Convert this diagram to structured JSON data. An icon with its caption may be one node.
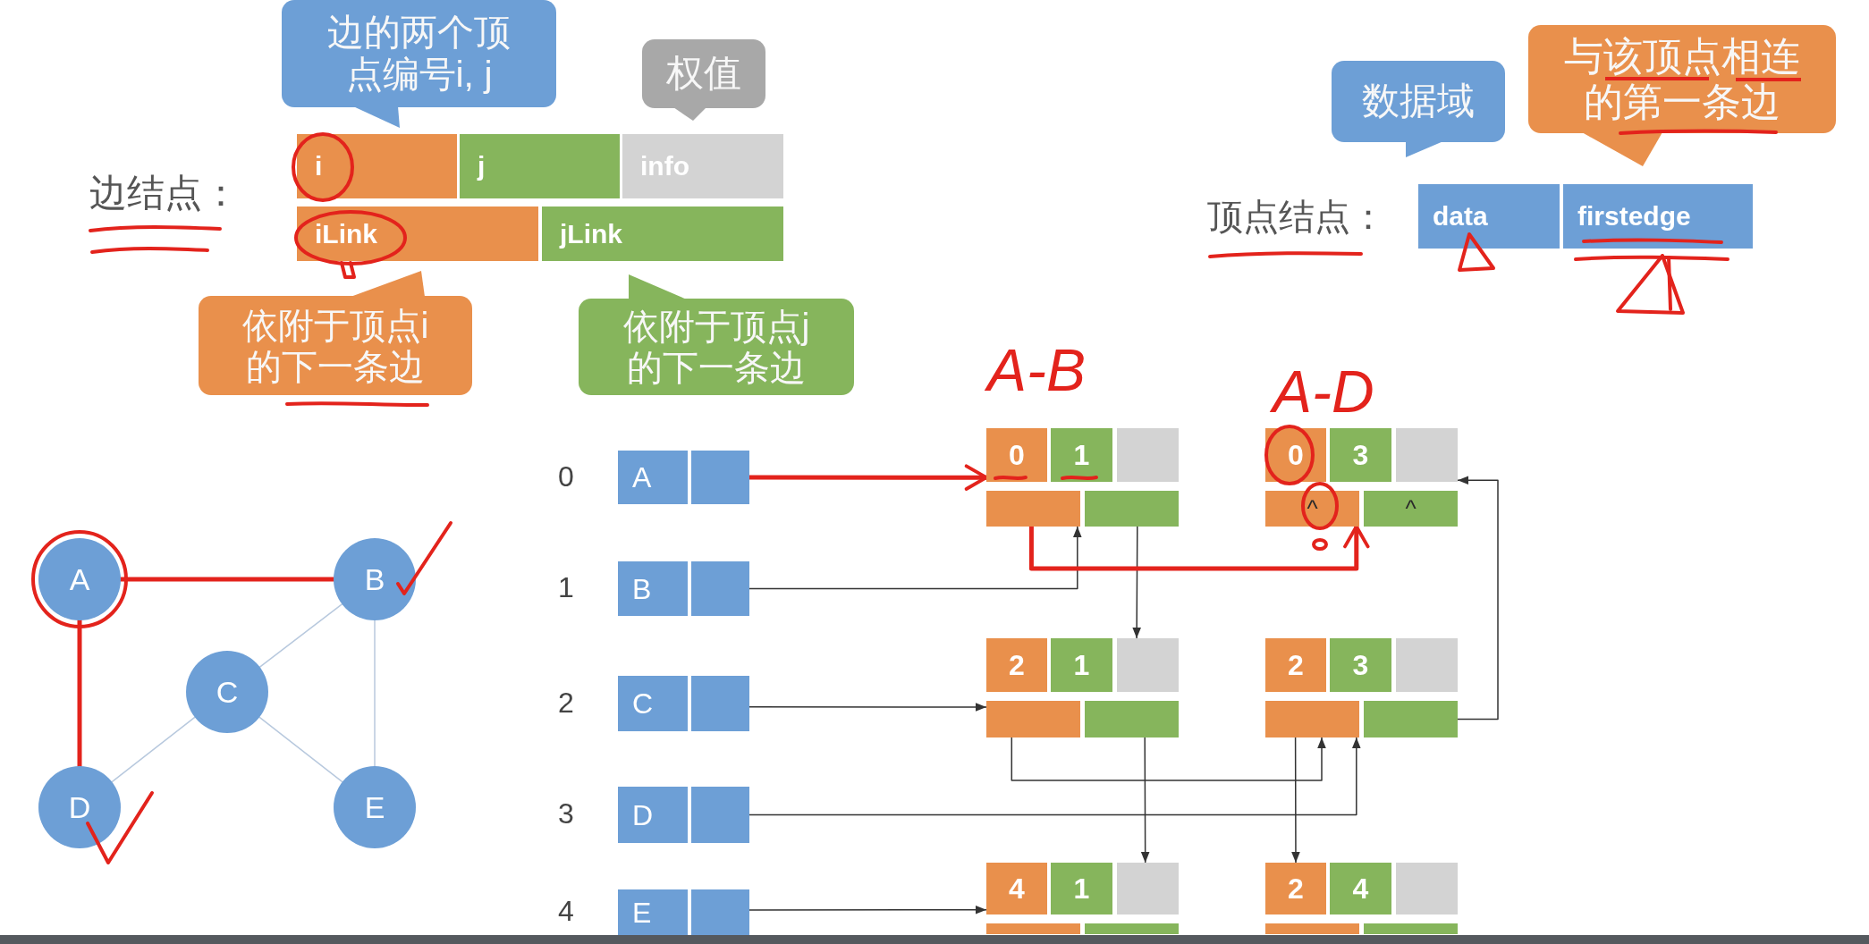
{
  "diagram": {
    "nodes": [
      {
        "text": [
          "边的两个顶点编号i, j"
        ]
      },
      {
        "text": [
          "权值"
        ]
      },
      {
        "text": [
          "i"
        ]
      },
      {
        "text": [
          "j"
        ]
      },
      {
        "text": [
          "info"
        ]
      },
      {
        "text": [
          "iLink"
        ]
      },
      {
        "text": [
          "jLink"
        ]
      },
      {
        "text": [
          "依附于顶点i的下一条边"
        ]
      },
      {
        "text": [
          "依附于顶点j的下一条边"
        ]
      },
      {
        "text": [
          "数据域"
        ]
      },
      {
        "text": [
          "与该顶点相连的第一条边"
        ]
      },
      {
        "text": [
          "data"
        ]
      },
      {
        "text": [
          "firstedge"
        ]
      },
      {
        "text": [
          "A"
        ]
      },
      {
        "text": [
          "B"
        ]
      },
      {
        "text": [
          "C"
        ]
      },
      {
        "text": [
          "D"
        ]
      },
      {
        "text": [
          "E"
        ]
      },
      {
        "text": [
          "A"
        ]
      },
      {
        "text": [],
        "shape": "box"
      },
      {
        "text": [
          "B"
        ]
      },
      {
        "text": [],
        "shape": "box"
      },
      {
        "text": [
          "C"
        ]
      },
      {
        "text": [],
        "shape": "box"
      },
      {
        "text": [
          "D"
        ]
      },
      {
        "text": [],
        "shape": "box"
      },
      {
        "text": [
          "E"
        ]
      },
      {
        "text": [],
        "shape": "box"
      },
      {
        "text": [
          "0"
        ]
      },
      {
        "text": [
          "1"
        ]
      },
      {
        "text": [],
        "shape": "box"
      },
      {
        "text": [],
        "shape": "box"
      },
      {
        "text": [],
        "shape": "box"
      },
      {
        "text": [
          "0"
        ]
      },
      {
        "text": [
          "3"
        ]
      },
      {
        "text": [],
        "shape": "box"
      },
      {
        "text": [
          "^"
        ]
      },
      {
        "text": [
          "^"
        ]
      },
      {
        "text": [
          "2"
        ]
      },
      {
        "text": [
          "1"
        ]
      },
      {
        "text": [],
        "shape": "box"
      },
      {
        "text": [],
        "shape": "box"
      },
      {
        "text": [],
        "shape": "box"
      },
      {
        "text": [
          "2"
        ]
      },
      {
        "text": [
          "3"
        ]
      },
      {
        "text": [],
        "shape": "box"
      },
      {
        "text": [],
        "shape": "box"
      },
      {
        "text": [],
        "shape": "box"
      },
      {
        "text": [
          "4"
        ]
      },
      {
        "text": [
          "1"
        ]
      },
      {
        "text": [],
        "shape": "box"
      },
      {
        "text": [],
        "shape": "box"
      },
      {
        "text": [],
        "shape": "box"
      },
      {
        "text": [
          "2"
        ]
      },
      {
        "text": [
          "4"
        ]
      },
      {
        "text": [],
        "shape": "box"
      },
      {
        "text": [],
        "shape": "box"
      },
      {
        "text": [],
        "shape": "box"
      }
    ],
    "edges": [
      {
        "from": 13,
        "to": 14,
        "arrow": "none",
        "style": "thick",
        "color": "#e3231c"
      },
      {
        "from": 13,
        "to": 16,
        "arrow": "none",
        "style": "thick",
        "color": "#e3231c"
      },
      {
        "from": 14,
        "to": 15,
        "arrow": "none",
        "color": "#b8c9de"
      },
      {
        "from": 14,
        "to": 17,
        "arrow": "none",
        "color": "#b8c9de"
      },
      {
        "from": 15,
        "to": 16,
        "arrow": "none",
        "color": "#b8c9de"
      },
      {
        "from": 15,
        "to": 17,
        "arrow": "none",
        "color": "#b8c9de"
      },
      {
        "from": 19,
        "to": 28,
        "arrow": "to",
        "style": "thick",
        "color": "#e3231c"
      },
      {
        "from": 21,
        "to": 31,
        "arrow": "to"
      },
      {
        "from": 23,
        "to": 41,
        "arrow": "to"
      },
      {
        "from": 25,
        "to": 46,
        "arrow": "to"
      },
      {
        "from": 27,
        "to": 48,
        "arrow": "to"
      },
      {
        "from": 32,
        "to": 40,
        "arrow": "to"
      },
      {
        "from": 31,
        "to": 36,
        "arrow": "to",
        "style": "thick",
        "color": "#e3231c"
      },
      {
        "from": 41,
        "to": 46,
        "arrow": "to"
      },
      {
        "from": 42,
        "to": 50,
        "arrow": "to"
      },
      {
        "from": 46,
        "to": 53,
        "arrow": "to"
      },
      {
        "from": 47,
        "to": 35,
        "arrow": "to"
      }
    ],
    "labels": [
      "边结点：",
      "顶点结点：",
      "A-B",
      "A-D",
      "0",
      "1",
      "2",
      "3",
      "4"
    ]
  }
}
